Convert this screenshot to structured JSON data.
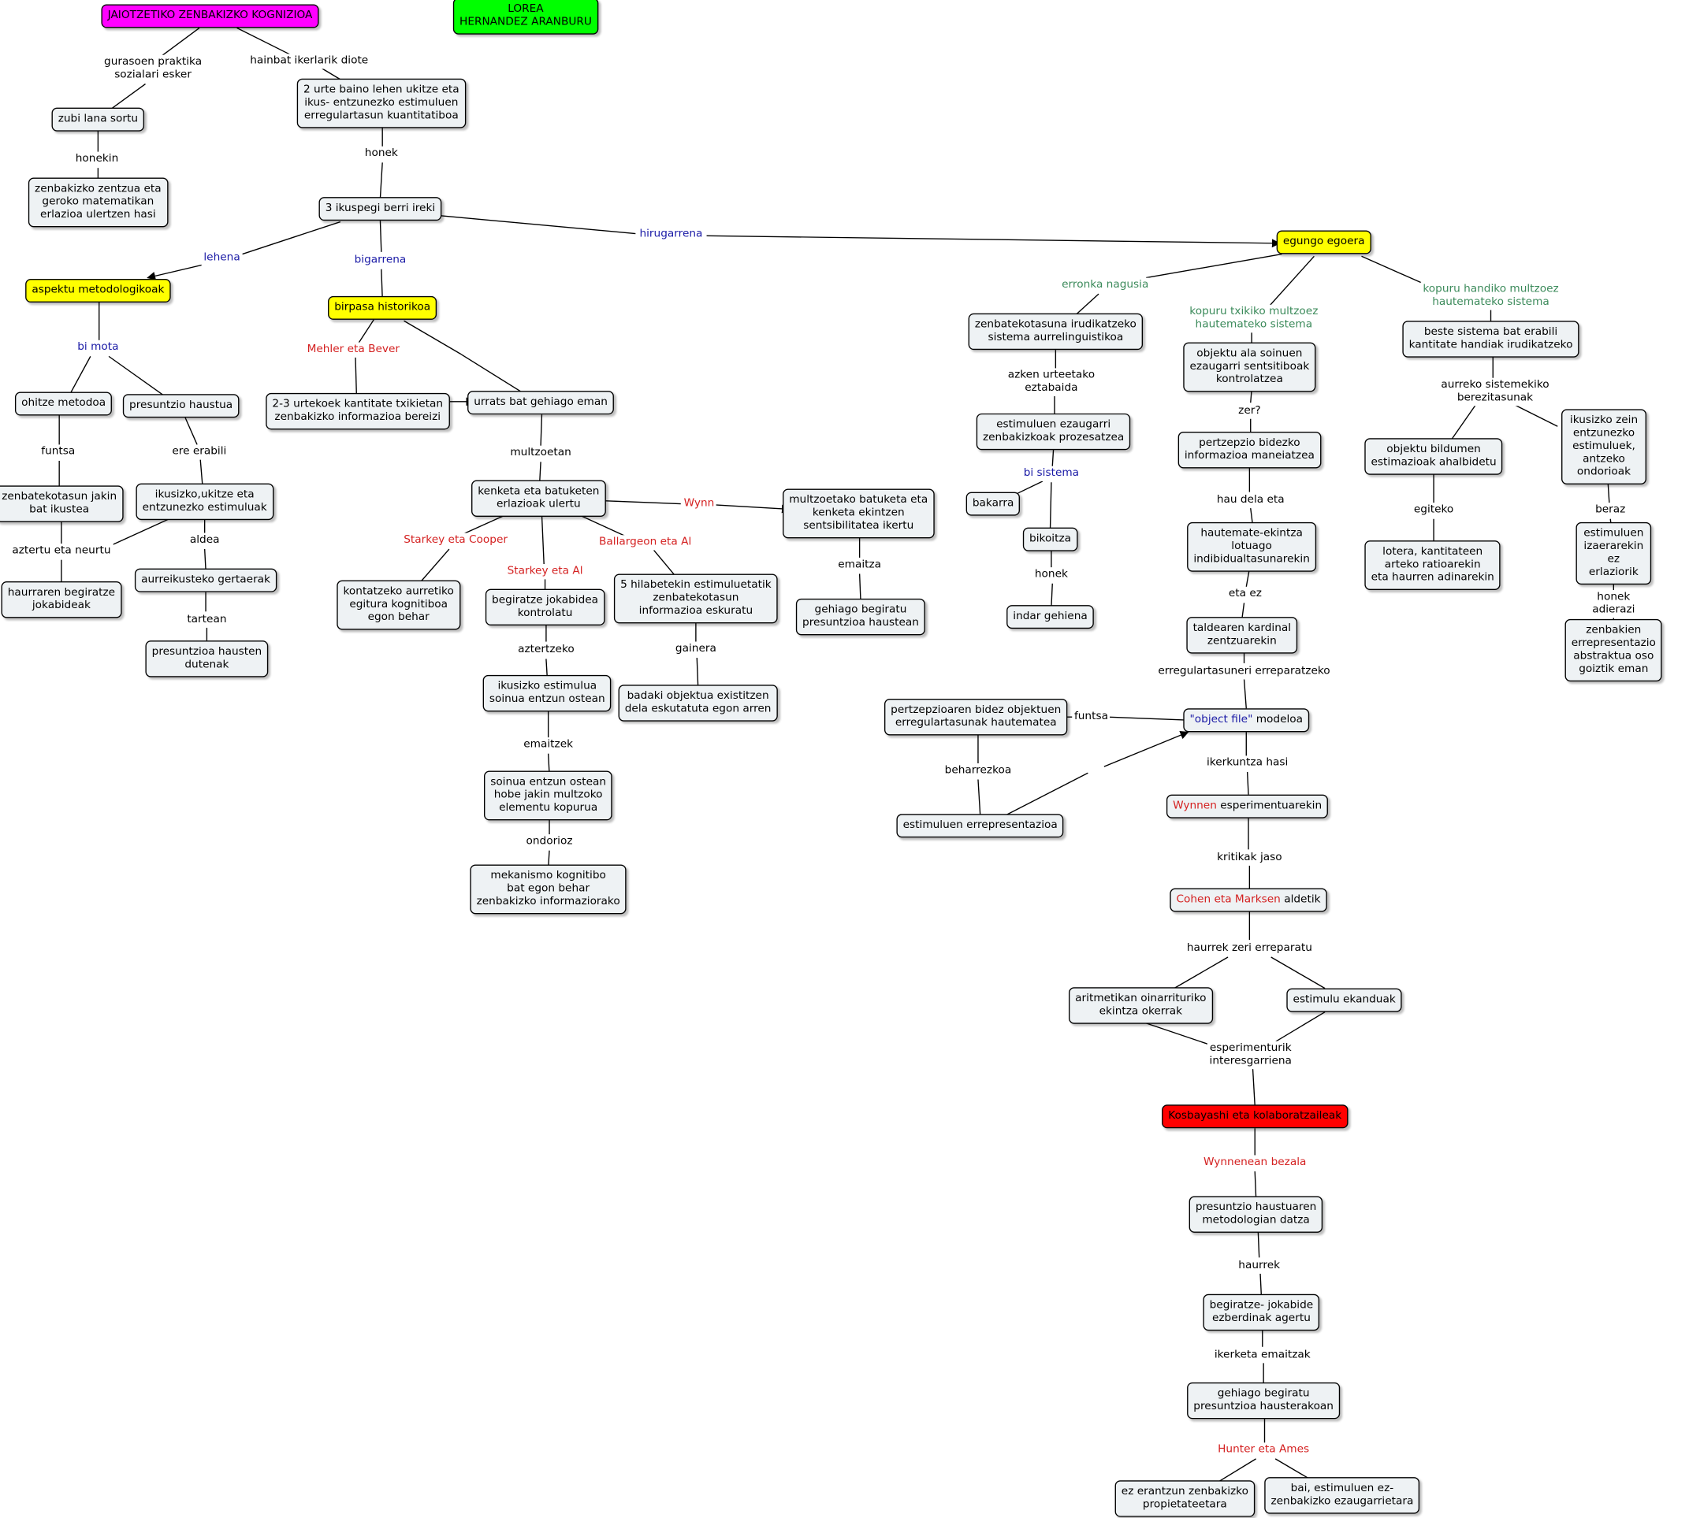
{
  "nodes": [
    {
      "id": "title",
      "text": "JAIOTZETIKO ZENBAKIZKO KOGNIZIOA",
      "style": "magenta"
    },
    {
      "id": "author",
      "text": "LOREA\nHERNANDEZ ARANBURU",
      "style": "green"
    },
    {
      "id": "zubi",
      "text": "zubi lana sortu"
    },
    {
      "id": "zentzua",
      "text": "zenbakizko zentzua eta\ngeroko matematikan\nerlazioa ulertzen hasi"
    },
    {
      "id": "urte2",
      "text": "2 urte baino lehen ukitze eta\nikus- entzunezko estimuluen\nerregulartasun kuantitatiboa"
    },
    {
      "id": "ikuspegi",
      "text": "3 ikuspegi berri ireki"
    },
    {
      "id": "aspektu",
      "text": "aspektu metodologikoak",
      "style": "yellow"
    },
    {
      "id": "birpasa",
      "text": "birpasa historikoa",
      "style": "yellow"
    },
    {
      "id": "egungo",
      "text": "egungo egoera",
      "style": "yellow"
    },
    {
      "id": "ohitze",
      "text": "ohitze metodoa"
    },
    {
      "id": "presuntzio",
      "text": "presuntzio haustua"
    },
    {
      "id": "zenbatekotasun",
      "text": "zenbatekotasun jakin\nbat ikustea"
    },
    {
      "id": "ikusizko",
      "text": "ikusizko,ukitze eta\nentzunezko estimuluak"
    },
    {
      "id": "haurraren",
      "text": "haurraren begiratze\njokabideak"
    },
    {
      "id": "aurreikusteko",
      "text": "aurreikusteko gertaerak"
    },
    {
      "id": "presuntzioak",
      "text": "presuntzioa hausten\ndutenak"
    },
    {
      "id": "urtekoek",
      "text": "2-3 urtekoek kantitate txikietan\nzenbakizko informazioa bereizi"
    },
    {
      "id": "urrats",
      "text": "urrats bat gehiago eman"
    },
    {
      "id": "kenketa",
      "text": "kenketa eta batuketen\nerlazioak ulertu"
    },
    {
      "id": "kontatzeko",
      "text": "kontatzeko aurretiko\negitura kognitiboa\negon behar"
    },
    {
      "id": "begiratze",
      "text": "begiratze jokabidea\nkontrolatu"
    },
    {
      "id": "hilabete5",
      "text": "5 hilabetekin estimuluetatik\nzenbatekotasun\ninformazioa eskuratu"
    },
    {
      "id": "multzoetako",
      "text": "multzoetako batuketa eta\nkenketa ekintzen\nsentsibilitatea ikertu"
    },
    {
      "id": "gehiagoH",
      "text": "gehiago begiratu\npresuntzioa haustean"
    },
    {
      "id": "ikusizkoEst",
      "text": "ikusizko estimulua\nsoinua entzun ostean"
    },
    {
      "id": "badaki",
      "text": "badaki objektua existitzen\ndela eskutatuta egon arren"
    },
    {
      "id": "soinua",
      "text": "soinua entzun ostean\nhobe jakin multzoko\nelementu kopurua"
    },
    {
      "id": "mekanismo",
      "text": "mekanismo kognitibo\nbat egon behar\nzenbakizko informaziorako"
    },
    {
      "id": "zenbatekotasunaIr",
      "text": "zenbatekotasuna irudikatzeko\nsistema aurrelinguistikoa"
    },
    {
      "id": "objektu",
      "text": "objektu ala soinuen\nezaugarri sentsitiboak\nkontrolatzea"
    },
    {
      "id": "beste",
      "text": "beste sistema bat erabili\nkantitate handiak irudikatzeko"
    },
    {
      "id": "estimuluenEz",
      "text": "estimuluen ezaugarri\nzenbakizkoak prozesatzea"
    },
    {
      "id": "pertzepzio",
      "text": "pertzepzio bidezko\ninformazioa maneiatzea"
    },
    {
      "id": "objektuBild",
      "text": "objektu bildumen\nestimazioak ahalbidetu"
    },
    {
      "id": "ikusizkoZein",
      "text": "ikusizko zein entzunezko\nestimuluek,\nantzeko ondorioak"
    },
    {
      "id": "bakarra",
      "text": "bakarra"
    },
    {
      "id": "bikoitza",
      "text": "bikoitza"
    },
    {
      "id": "hautemate",
      "text": "hautemate-ekintza\nlotuago\nindibidualtasunarekin"
    },
    {
      "id": "lotera",
      "text": "lotera, kantitateen\narteko ratioarekin\neta haurren adinarekin"
    },
    {
      "id": "estimuluenIz",
      "text": "estimuluen izaerarekin\nez erlaziorik"
    },
    {
      "id": "indar",
      "text": "indar gehiena"
    },
    {
      "id": "taldearen",
      "text": "taldearen kardinal\nzentzuarekin"
    },
    {
      "id": "zenbakien",
      "text": "zenbakien errepresentazio\nabstraktua oso goiztik eman"
    },
    {
      "id": "pertzepzioaren",
      "text": "pertzepzioaren bidez objektuen\nerregulartasunak hautematea"
    },
    {
      "id": "objectfile",
      "text": "modeloa",
      "ref": "\"object file\"",
      "refColor": "blue"
    },
    {
      "id": "estErrep",
      "text": "estimuluen errepresentazioa"
    },
    {
      "id": "wynnen",
      "text": "esperimentuarekin",
      "ref": "Wynnen",
      "refColor": "red"
    },
    {
      "id": "cohen",
      "text": "aldetik",
      "ref": "Cohen eta Marksen",
      "refColor": "red"
    },
    {
      "id": "aritmetikan",
      "text": "aritmetikan oinarrituriko\nekintza okerrak"
    },
    {
      "id": "ekanduak",
      "text": "estimulu ekanduak"
    },
    {
      "id": "kosbayashi",
      "text": "Kosbayashi eta kolaboratzaileak",
      "style": "red"
    },
    {
      "id": "presuntzioHaust",
      "text": "presuntzio haustuaren\nmetodologian datza"
    },
    {
      "id": "begiratzeJok",
      "text": "begiratze- jokabide\nezberdinak agertu"
    },
    {
      "id": "gehiagoB",
      "text": "gehiago begiratu\npresuntzioa hausterakoan"
    },
    {
      "id": "ezErantzun",
      "text": "ez erantzun zenbakizko\npropietateetara"
    },
    {
      "id": "bai",
      "text": "bai, estimuluen ez-\nzenbakizko ezaugarrietara"
    }
  ],
  "labels": [
    {
      "id": "l_gurasoen",
      "text": "gurasoen praktika\nsozialari esker"
    },
    {
      "id": "l_hainbat",
      "text": "hainbat ikerlarik diote"
    },
    {
      "id": "l_honekin",
      "text": "honekin"
    },
    {
      "id": "l_honek1",
      "text": "honek"
    },
    {
      "id": "l_lehena",
      "text": "lehena",
      "color": "blue"
    },
    {
      "id": "l_bigarrena",
      "text": "bigarrena",
      "color": "blue"
    },
    {
      "id": "l_hirugarrena",
      "text": "hirugarrena",
      "color": "blue"
    },
    {
      "id": "l_bimota",
      "text": "bi mota",
      "color": "blue"
    },
    {
      "id": "l_funtsa1",
      "text": "funtsa"
    },
    {
      "id": "l_ere",
      "text": "ere erabili"
    },
    {
      "id": "l_aztertu",
      "text": "aztertu eta neurtu"
    },
    {
      "id": "l_aldea",
      "text": "aldea"
    },
    {
      "id": "l_tartean",
      "text": "tartean"
    },
    {
      "id": "l_mehler",
      "text": "Mehler eta Bever",
      "color": "red"
    },
    {
      "id": "l_multzoetan",
      "text": "multzoetan"
    },
    {
      "id": "l_wynn",
      "text": "Wynn",
      "color": "red"
    },
    {
      "id": "l_starkeyC",
      "text": "Starkey eta Cooper",
      "color": "red"
    },
    {
      "id": "l_starkeyA",
      "text": "Starkey eta Al",
      "color": "red"
    },
    {
      "id": "l_ballargeon",
      "text": "Ballargeon eta Al",
      "color": "red"
    },
    {
      "id": "l_emaitza",
      "text": "emaitza"
    },
    {
      "id": "l_aztertzeko",
      "text": "aztertzeko"
    },
    {
      "id": "l_gainera",
      "text": "gainera"
    },
    {
      "id": "l_emaitzek",
      "text": "emaitzek"
    },
    {
      "id": "l_ondorioz",
      "text": "ondorioz"
    },
    {
      "id": "l_erronka",
      "text": "erronka nagusia",
      "color": "green"
    },
    {
      "id": "l_kopuruTx",
      "text": "kopuru txikiko multzoez\nhautemateko sistema",
      "color": "green"
    },
    {
      "id": "l_kopuruH",
      "text": "kopuru handiko multzoez\nhautemateko sistema",
      "color": "green"
    },
    {
      "id": "l_azken",
      "text": "azken urteetako\neztabaida"
    },
    {
      "id": "l_zer",
      "text": "zer?"
    },
    {
      "id": "l_aurreko",
      "text": "aurreko sistemekiko\nberezitasunak"
    },
    {
      "id": "l_bisistema",
      "text": "bi sistema",
      "color": "blue"
    },
    {
      "id": "l_hau",
      "text": "hau dela eta"
    },
    {
      "id": "l_egiteko",
      "text": "egiteko"
    },
    {
      "id": "l_beraz",
      "text": "beraz"
    },
    {
      "id": "l_honek2",
      "text": "honek"
    },
    {
      "id": "l_etaez",
      "text": "eta ez"
    },
    {
      "id": "l_honekAd",
      "text": "honek adierazi"
    },
    {
      "id": "l_erregular",
      "text": "erregulartasuneri erreparatzeko"
    },
    {
      "id": "l_funtsa2",
      "text": "funtsa"
    },
    {
      "id": "l_beharrezkoa",
      "text": "beharrezkoa"
    },
    {
      "id": "l_ikerkuntza",
      "text": "ikerkuntza hasi"
    },
    {
      "id": "l_kritikak",
      "text": "kritikak jaso"
    },
    {
      "id": "l_haurrek",
      "text": "haurrek zeri erreparatu"
    },
    {
      "id": "l_esperimenturik",
      "text": "esperimenturik\ninteresgarriena"
    },
    {
      "id": "l_wynnenean",
      "text": "Wynnenean bezala",
      "color": "red"
    },
    {
      "id": "l_haurrek2",
      "text": "haurrek"
    },
    {
      "id": "l_ikerketa",
      "text": "ikerketa emaitzak"
    },
    {
      "id": "l_hunter",
      "text": "Hunter eta Ames",
      "color": "red"
    }
  ]
}
